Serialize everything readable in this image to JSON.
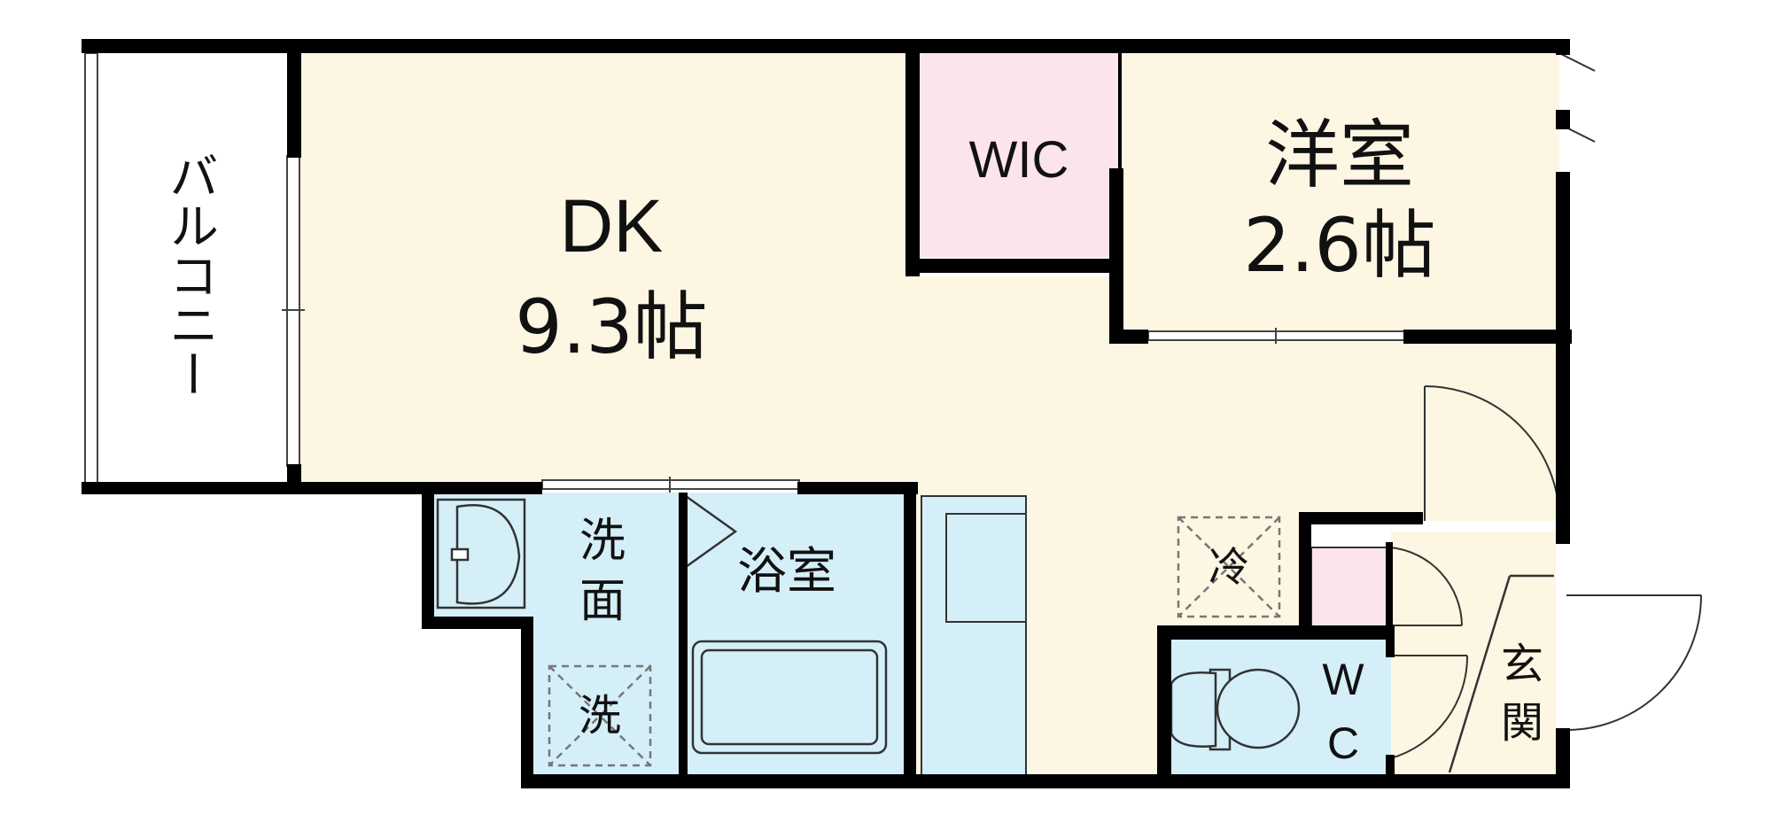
{
  "rooms": {
    "balcony": {
      "label": "バルコニー"
    },
    "dk": {
      "label": "DK",
      "size": "9.3帖"
    },
    "wic": {
      "label": "WIC"
    },
    "western": {
      "label": "洋室",
      "size": "2.6帖"
    },
    "washroom": {
      "label_top": "洗",
      "label_bottom": "面"
    },
    "laundry": {
      "label": "洗"
    },
    "bath": {
      "label": "浴室"
    },
    "fridge": {
      "label": "冷"
    },
    "toilet": {
      "label_top": "W",
      "label_bottom": "C"
    },
    "entrance": {
      "label_top": "玄",
      "label_bottom": "関"
    }
  },
  "colors": {
    "wall": "#000000",
    "living": "#fdf6e3",
    "wic": "#fbe4ee",
    "wet": "#d5eff9",
    "balcony": "#ffffff",
    "dashed": "#777777"
  }
}
